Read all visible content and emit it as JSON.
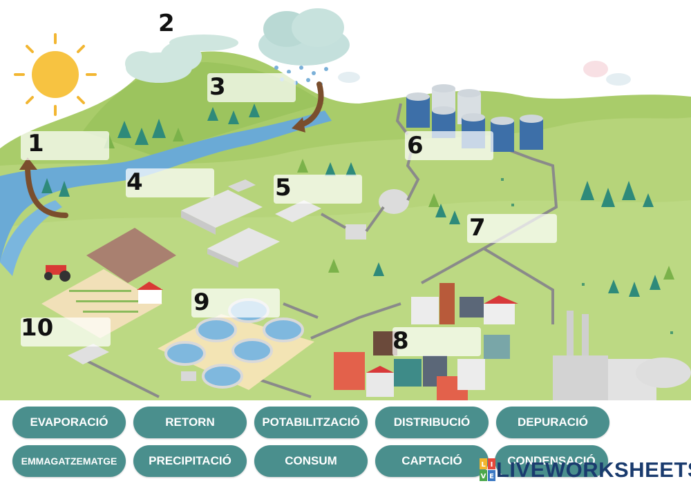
{
  "labels": {
    "n1": "1",
    "n2": "2",
    "n3": "3",
    "n4": "4",
    "n5": "5",
    "n6": "6",
    "n7": "7",
    "n8": "8",
    "n9": "9",
    "n10": "10"
  },
  "words": [
    "EVAPORACIÓ",
    "RETORN",
    "POTABILITZACIÓ",
    "DISTRIBUCIÓ",
    "DEPURACIÓ",
    "EMMAGATZEMATGE",
    "PRECIPITACIÓ",
    "CONSUM",
    "CAPTACIÓ",
    "CONDENSACIÓ"
  ],
  "brand": {
    "name": "LIVEWORKSHEETS",
    "cube_letters": [
      "L",
      "I",
      "V",
      "E"
    ]
  },
  "colors": {
    "chip": "#4a8f8d",
    "hill": "#a9cc6a",
    "hill_dark": "#8fbd5a",
    "river": "#6aaad6",
    "pipe": "#8a8a8a",
    "sun": "#f7c341"
  }
}
